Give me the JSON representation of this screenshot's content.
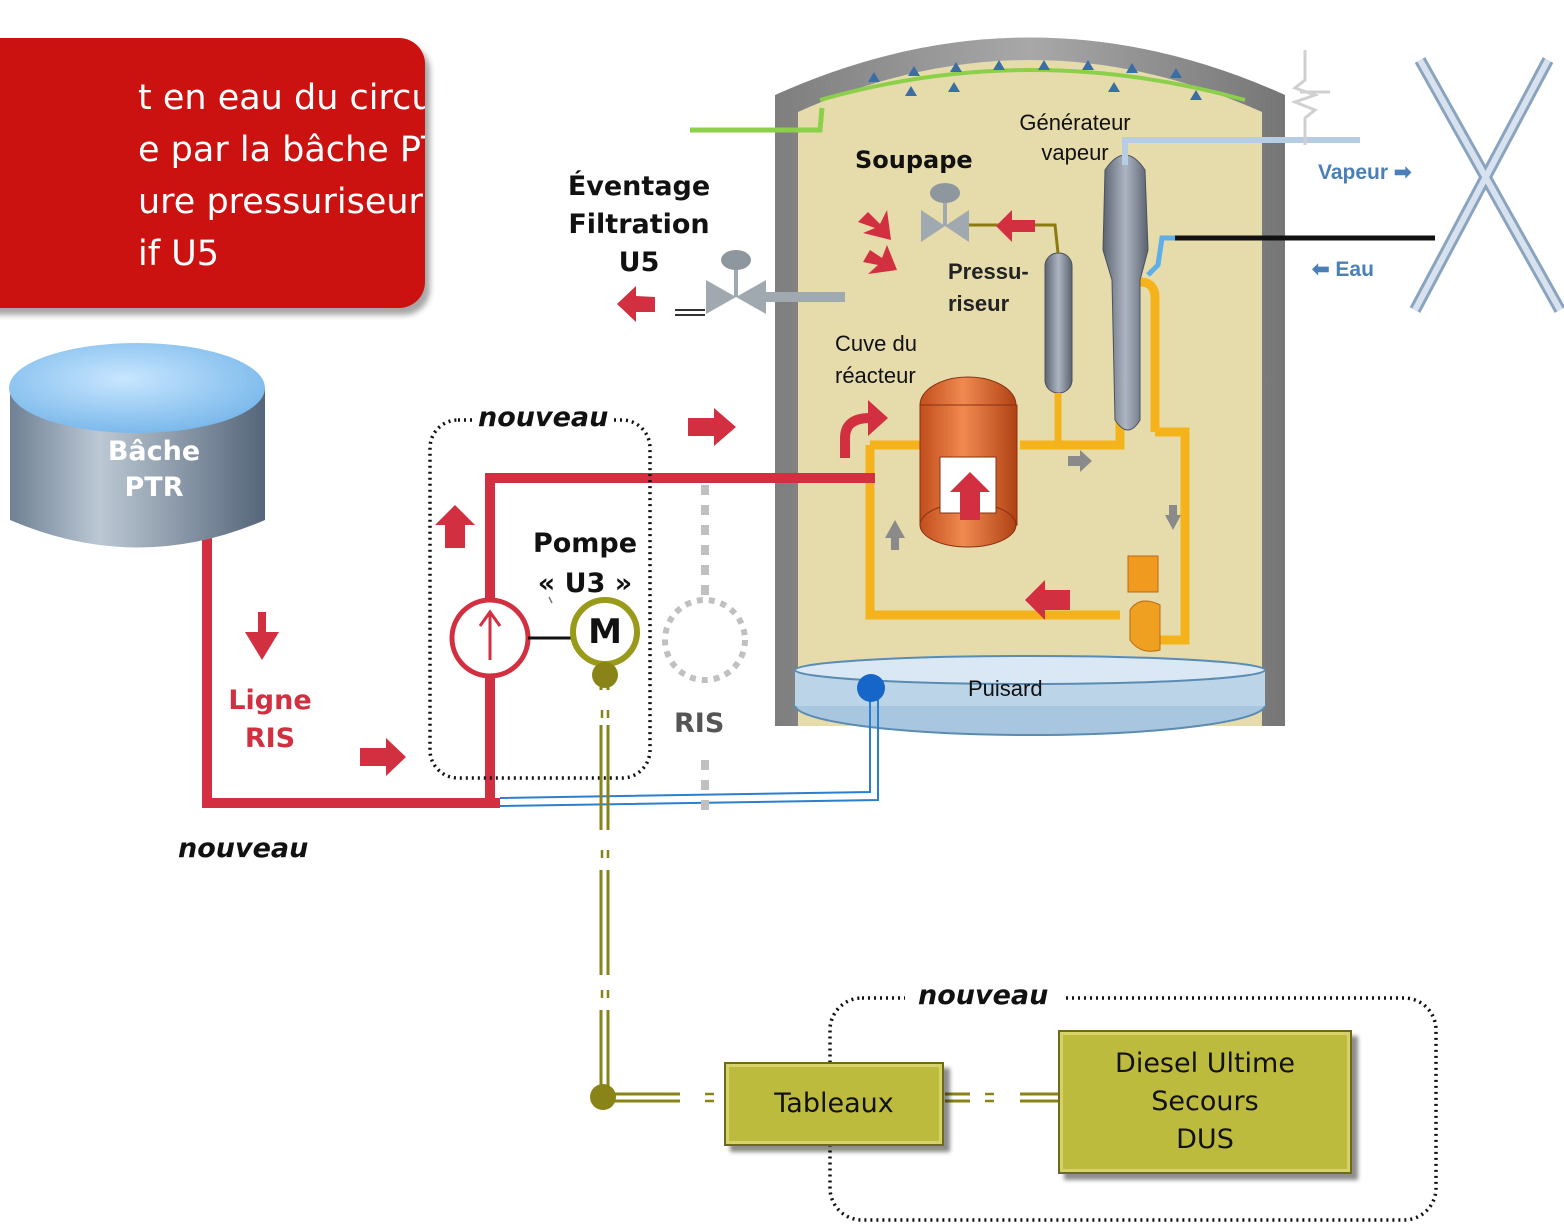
{
  "callout": {
    "line1": "t en eau du circuit",
    "line2": "e par la bâche PTR",
    "line3": "ure pressuriseur et",
    "line4": "if U5"
  },
  "labels": {
    "tank": "Bâche\nPTR",
    "ris_line": "Ligne\nRIS",
    "new_bottom": "nouveau",
    "new_pump": "nouveau",
    "new_diesel": "nouveau",
    "pump": "Pompe\n« U3 »",
    "motor": "M",
    "ris": "RIS",
    "venting": "Éventage\nFiltration\nU5",
    "valve": "Soupape",
    "steam_generator": "Générateur\nvapeur",
    "pressurizer": "Pressu-\nriseur",
    "reactor_vessel": "Cuve du\nréacteur",
    "sump": "Puisard",
    "steam": "Vapeur ➡",
    "water": "⬅ Eau"
  },
  "boxes": {
    "tableaux": "Tableaux",
    "diesel": "Diesel Ultime\nSecours\nDUS"
  },
  "colors": {
    "callout": "#cc1111",
    "red_line": "#d23040",
    "olive": "#8a8418",
    "blue_line": "#2b7fcf",
    "containment_fill": "#e6dbab",
    "loop": "#f4b31a"
  }
}
